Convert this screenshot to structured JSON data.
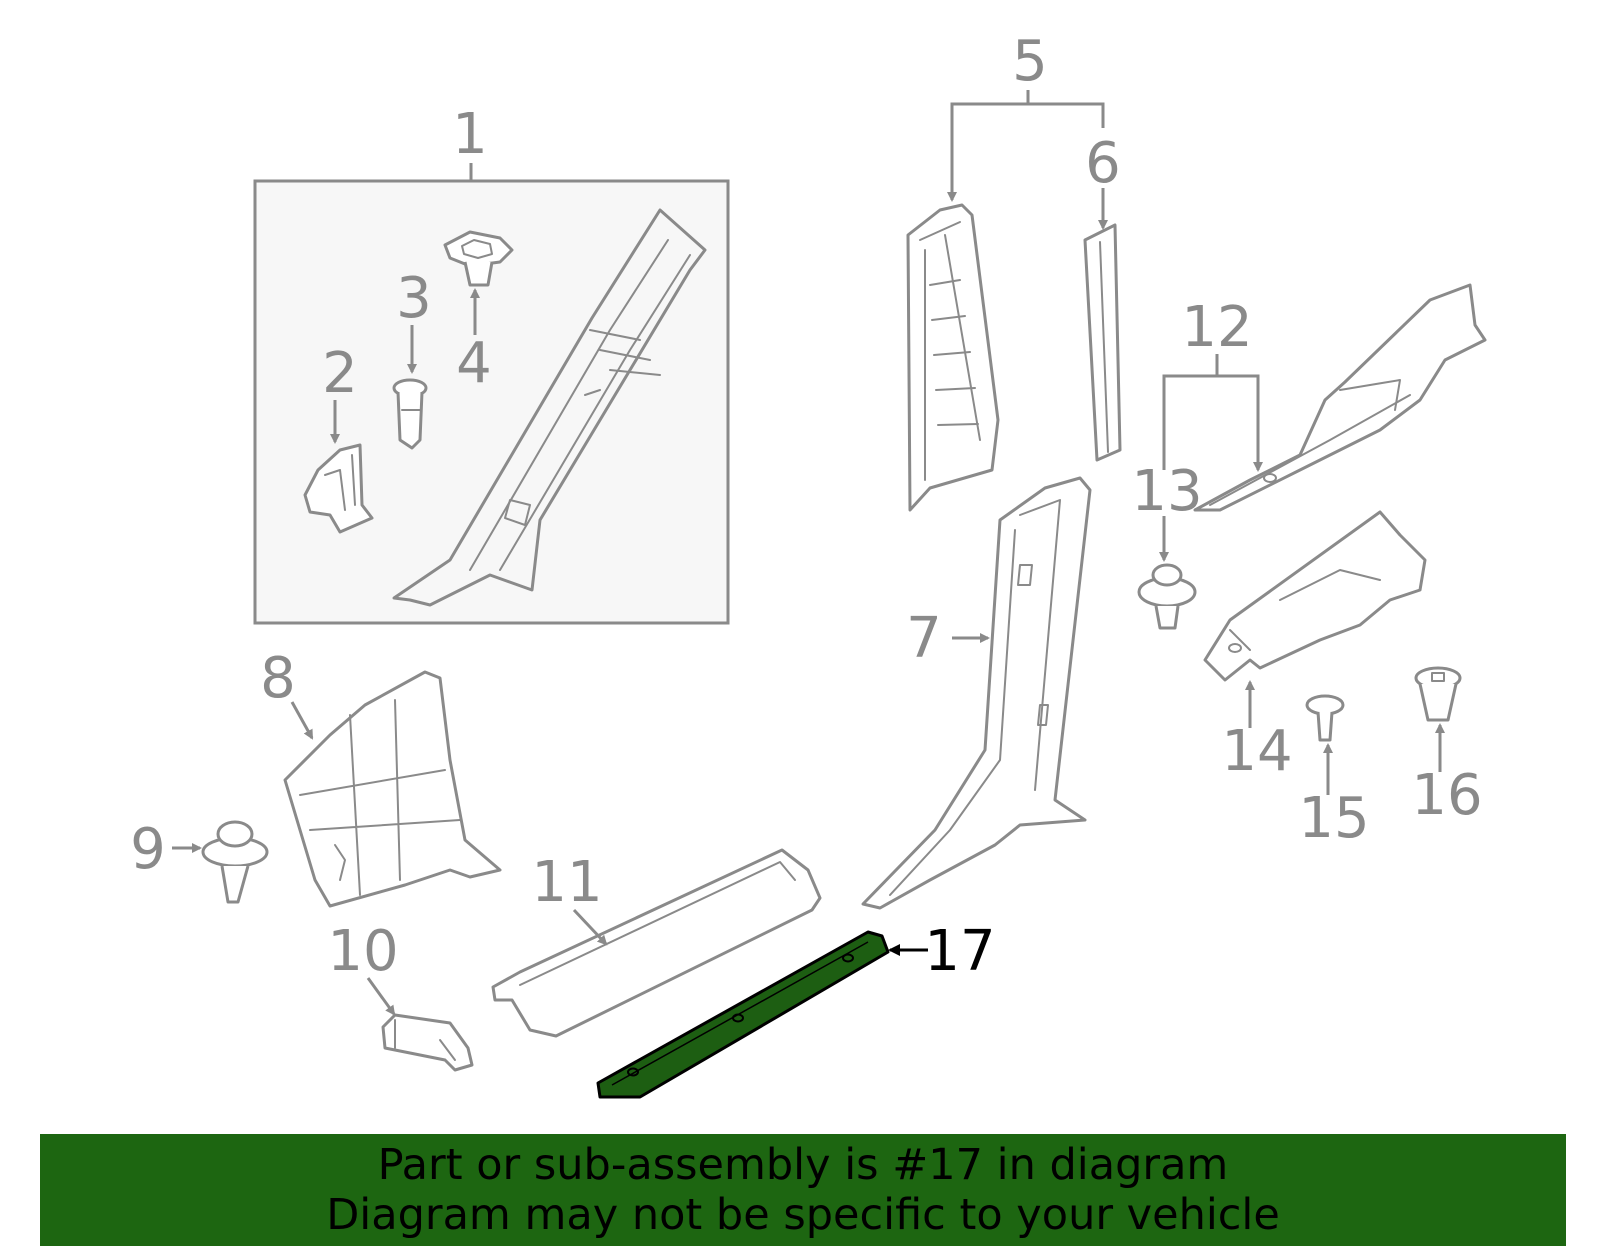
{
  "callouts": [
    "1",
    "2",
    "3",
    "4",
    "5",
    "6",
    "7",
    "8",
    "9",
    "10",
    "11",
    "12",
    "13",
    "14",
    "15",
    "16",
    "17"
  ],
  "highlighted_part": "17",
  "banner": {
    "line1": "Part or sub-assembly is #17 in diagram",
    "line2": "Diagram may not be specific to your vehicle"
  },
  "colors": {
    "line_art": "#8a8a8a",
    "highlight_fill": "#1d5e12",
    "banner_bg": "#1d6611",
    "inset_bg": "#f7f7f7"
  }
}
